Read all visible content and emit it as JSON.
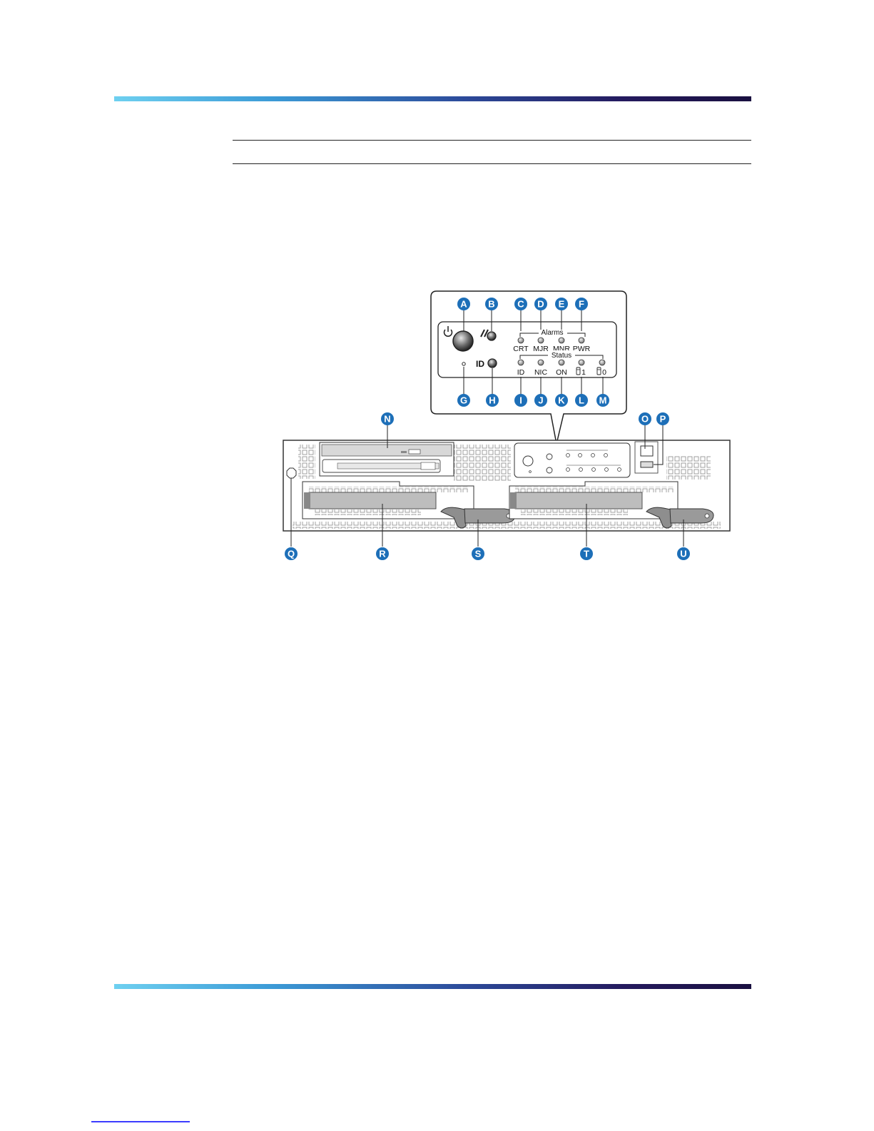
{
  "callouts": [
    "A",
    "B",
    "C",
    "D",
    "E",
    "F",
    "G",
    "H",
    "I",
    "J",
    "K",
    "L",
    "M",
    "N",
    "O",
    "P",
    "Q",
    "R",
    "S",
    "T",
    "U"
  ],
  "panel": {
    "id_label": "ID",
    "alarms_title": "Alarms",
    "status_title": "Status",
    "alarm_leds": [
      "CRT",
      "MJR",
      "MNR",
      "PWR"
    ],
    "status_leds": [
      "ID",
      "NIC",
      "ON",
      "1",
      "0"
    ]
  },
  "colors": {
    "callout_fill": "#1d6fb8",
    "gradient_start": "#6ed0f0",
    "gradient_end": "#1a1040"
  }
}
